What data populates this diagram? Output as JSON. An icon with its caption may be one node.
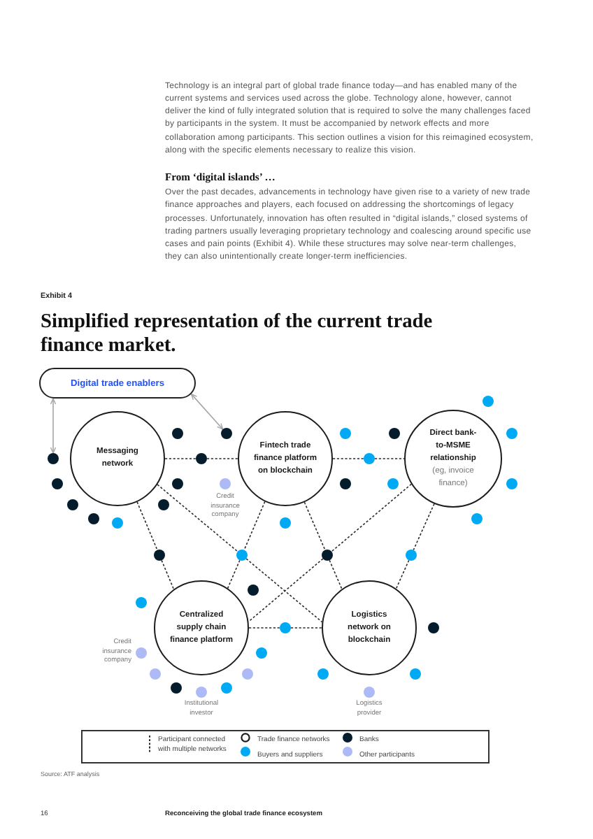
{
  "diagram": {
    "title": "Simplified representation of the current trade finance market.",
    "nodes": [
      {
        "text": [
          "Digital trade enablers"
        ]
      },
      {
        "text": [
          "Messaging network"
        ]
      },
      {
        "text": [
          "Fintech trade finance platform on blockchain"
        ]
      },
      {
        "text": [
          "Direct bank-to-MSME relationship",
          "(eg, invoice finance)"
        ]
      },
      {
        "text": [
          "Centralized supply chain finance platform"
        ]
      },
      {
        "text": [
          "Logistics network on blockchain"
        ]
      },
      {
        "text": [],
        "shape": "circle"
      },
      {
        "text": [],
        "shape": "circle"
      },
      {
        "text": [],
        "shape": "circle"
      },
      {
        "text": [],
        "shape": "circle"
      },
      {
        "text": [],
        "shape": "circle"
      },
      {
        "text": [],
        "shape": "circle"
      },
      {
        "text": [],
        "shape": "circle"
      },
      {
        "text": [],
        "shape": "circle"
      },
      {
        "text": [],
        "shape": "circle"
      }
    ],
    "edges": [
      {
        "from": 0,
        "to": 6,
        "arrow": "both",
        "color": "#a6a6a6"
      },
      {
        "from": 0,
        "to": 7,
        "arrow": "both",
        "color": "#a6a6a6"
      },
      {
        "from": 1,
        "to": 8,
        "arrow": "none",
        "style": "dashed"
      },
      {
        "from": 8,
        "to": 2,
        "arrow": "none",
        "style": "dashed"
      },
      {
        "from": 2,
        "to": 9,
        "arrow": "none",
        "style": "dashed"
      },
      {
        "from": 9,
        "to": 3,
        "arrow": "none",
        "style": "dashed"
      },
      {
        "from": 1,
        "to": 10,
        "arrow": "none",
        "style": "dashed"
      },
      {
        "from": 10,
        "to": 4,
        "arrow": "none",
        "style": "dashed"
      },
      {
        "from": 1,
        "to": 11,
        "arrow": "none",
        "style": "dashed"
      },
      {
        "from": 11,
        "to": 5,
        "arrow": "none",
        "style": "dashed"
      },
      {
        "from": 2,
        "to": 11,
        "arrow": "none",
        "style": "dashed"
      },
      {
        "from": 11,
        "to": 4,
        "arrow": "none",
        "style": "dashed"
      },
      {
        "from": 2,
        "to": 12,
        "arrow": "none",
        "style": "dashed"
      },
      {
        "from": 12,
        "to": 5,
        "arrow": "none",
        "style": "dashed"
      },
      {
        "from": 3,
        "to": 12,
        "arrow": "none",
        "style": "dashed"
      },
      {
        "from": 12,
        "to": 4,
        "arrow": "none",
        "style": "dashed"
      },
      {
        "from": 3,
        "to": 13,
        "arrow": "none",
        "style": "dashed"
      },
      {
        "from": 13,
        "to": 5,
        "arrow": "none",
        "style": "dashed"
      },
      {
        "from": 4,
        "to": 14,
        "arrow": "none",
        "style": "dashed"
      },
      {
        "from": 14,
        "to": 5,
        "arrow": "none",
        "style": "dashed"
      }
    ],
    "labels": [
      "Technology is an integral part of global trade finance today—and has enabled many of the current systems and services used across the globe. Technology alone, however, cannot deliver the kind of fully integrated solution that is required to solve the many challenges faced by participants in the system. It must be accompanied by network effects and more collaboration among participants. This section outlines a vision for this reimagined ecosystem, along with the specific elements necessary to realize this vision.",
      "From ‘digital islands’ …",
      "Over the past decades, advancements in technology have given rise to a variety of new trade finance approaches and players, each focused on addressing the shortcomings of legacy processes. Unfortunately, innovation has often resulted in “digital islands,” closed systems of trading partners usually leveraging proprietary technology and coalescing around specific use cases and pain points (Exhibit 4). While these structures may solve near-term challenges, they can also unintentionally create longer-term inefficiencies.",
      "Exhibit 4",
      "Credit insurance company",
      "Credit insurance company",
      "Institutional investor",
      "Logistics provider",
      "Source: ATF analysis",
      "16",
      "Reconceiving the global trade finance ecosystem"
    ],
    "legend": [
      {
        "text": "Participant connected with multiple networks"
      },
      {
        "text": "Trade finance networks"
      },
      {
        "text": "Banks",
        "color": "#051c2c"
      },
      {
        "text": "Buyers and suppliers",
        "color": "#00a9f4"
      },
      {
        "text": "Other participants",
        "color": "#aebaf6"
      }
    ]
  }
}
